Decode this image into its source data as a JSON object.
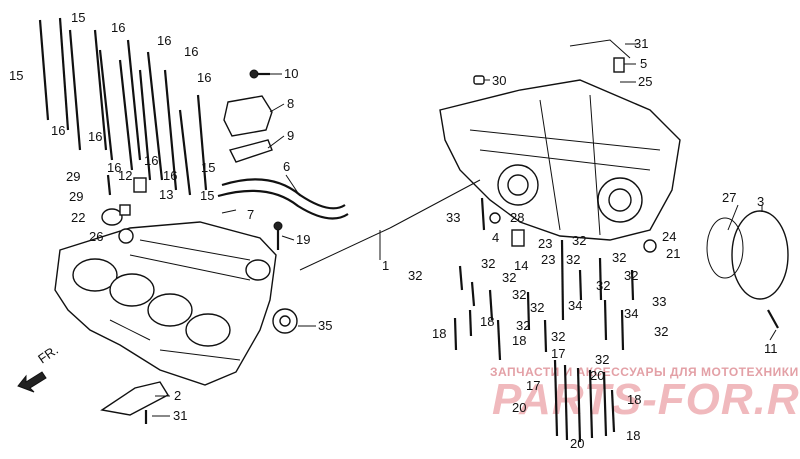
{
  "diagram": {
    "watermark": {
      "top_text": "ЗАПЧАСТИ И АКСЕССУАРЫ ДЛЯ МОТОТЕХНИКИ",
      "logo_text": "PARTS-FOR.RU"
    },
    "fr_arrow_label": "FR.",
    "callouts": {
      "c15a": "15",
      "c15b": "15",
      "c16a": "16",
      "c16b": "16",
      "c16c": "16",
      "c16d": "16",
      "c16e": "16",
      "c16f": "16",
      "c16g": "16",
      "c16h": "16",
      "c16i": "16",
      "c15c": "15",
      "c15d": "15",
      "c29a": "29",
      "c29b": "29",
      "c12": "12",
      "c13": "13",
      "c22": "22",
      "c26": "26",
      "c7": "7",
      "c6": "6",
      "c19": "19",
      "c10": "10",
      "c8": "8",
      "c9": "9",
      "c30": "30",
      "c31a": "31",
      "c5": "5",
      "c25": "25",
      "c1": "1",
      "c35": "35",
      "c2": "2",
      "c31b": "31",
      "c33a": "33",
      "c28": "28",
      "c4": "4",
      "c23a": "23",
      "c23b": "23",
      "c24": "24",
      "c21": "21",
      "c32a": "32",
      "c32b": "32",
      "c32c": "32",
      "c32d": "32",
      "c32e": "32",
      "c32f": "32",
      "c32g": "32",
      "c32h": "32",
      "c32i": "32",
      "c32j": "32",
      "c32k": "32",
      "c32l": "32",
      "c32m": "32",
      "c32n": "32",
      "c14": "14",
      "c34a": "34",
      "c34b": "34",
      "c33b": "33",
      "c18a": "18",
      "c18b": "18",
      "c18c": "18",
      "c18d": "18",
      "c18e": "18",
      "c17a": "17",
      "c17b": "17",
      "c20a": "20",
      "c20b": "20",
      "c20c": "20",
      "c27": "27",
      "c3": "3",
      "c11": "11"
    }
  }
}
